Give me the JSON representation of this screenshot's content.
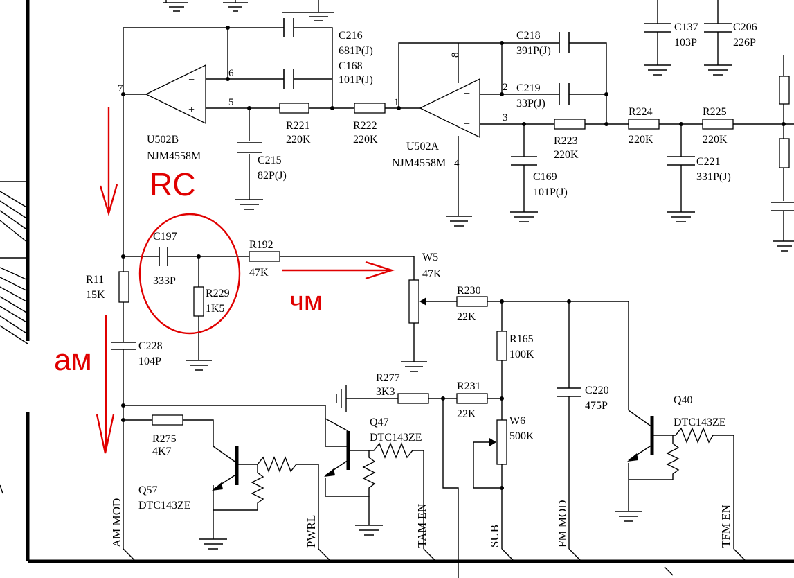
{
  "opamps": {
    "u502b": {
      "ref": "U502B",
      "part": "NJM4558M",
      "pin_out": "7",
      "pin_inv": "6",
      "pin_noninv": "5",
      "minus": "−",
      "plus": "+"
    },
    "u502a": {
      "ref": "U502A",
      "part": "NJM4558M",
      "pin_out": "1",
      "pin_inv": "2",
      "pin_noninv": "3",
      "pin_vcc": "8",
      "pin_gnd": "4",
      "minus": "−",
      "plus": "+"
    }
  },
  "capacitors": {
    "c216": {
      "ref": "C216",
      "value": "681P(J)"
    },
    "c168": {
      "ref": "C168",
      "value": "101P(J)"
    },
    "c215": {
      "ref": "C215",
      "value": "82P(J)"
    },
    "c218": {
      "ref": "C218",
      "value": "391P(J)"
    },
    "c219": {
      "ref": "C219",
      "value": "33P(J)"
    },
    "c169": {
      "ref": "C169",
      "value": "101P(J)"
    },
    "c221": {
      "ref": "C221",
      "value": "331P(J)"
    },
    "c137": {
      "ref": "C137",
      "value": "103P"
    },
    "c206": {
      "ref": "C206",
      "value": "226P"
    },
    "c197": {
      "ref": "C197",
      "value": "333P"
    },
    "c228": {
      "ref": "C228",
      "value": "104P"
    },
    "c220": {
      "ref": "C220",
      "value": "475P"
    }
  },
  "resistors": {
    "r221": {
      "ref": "R221",
      "value": "220K"
    },
    "r222": {
      "ref": "R222",
      "value": "220K"
    },
    "r223": {
      "ref": "R223",
      "value": "220K"
    },
    "r224": {
      "ref": "R224",
      "value": "220K"
    },
    "r225": {
      "ref": "R225",
      "value": "220K"
    },
    "r192": {
      "ref": "R192",
      "value": "47K"
    },
    "r229": {
      "ref": "R229",
      "value": "1K5"
    },
    "r11": {
      "ref": "R11",
      "value": "15K"
    },
    "r230": {
      "ref": "R230",
      "value": "22K"
    },
    "r165": {
      "ref": "R165",
      "value": "100K"
    },
    "r277": {
      "ref": "R277",
      "value": "3K3"
    },
    "r231": {
      "ref": "R231",
      "value": "22K"
    },
    "r275": {
      "ref": "R275",
      "value": "4K7"
    }
  },
  "potentiometers": {
    "w5": {
      "ref": "W5",
      "value": "47K"
    },
    "w6": {
      "ref": "W6",
      "value": "500K"
    }
  },
  "transistors": {
    "q57": {
      "ref": "Q57",
      "part": "DTC143ZE"
    },
    "q47": {
      "ref": "Q47",
      "part": "DTC143ZE"
    },
    "q40": {
      "ref": "Q40",
      "part": "DTC143ZE"
    }
  },
  "net_labels": {
    "am_mod": "AM MOD",
    "pwrl": "PWRL",
    "tam_en": "TAM EN",
    "sub": "SUB",
    "fm_mod": "FM MOD",
    "tfm_en": "TFM EN"
  },
  "annotations": {
    "rc": "RC",
    "chm": "чм",
    "am": "ам",
    "color": "#e00000"
  }
}
